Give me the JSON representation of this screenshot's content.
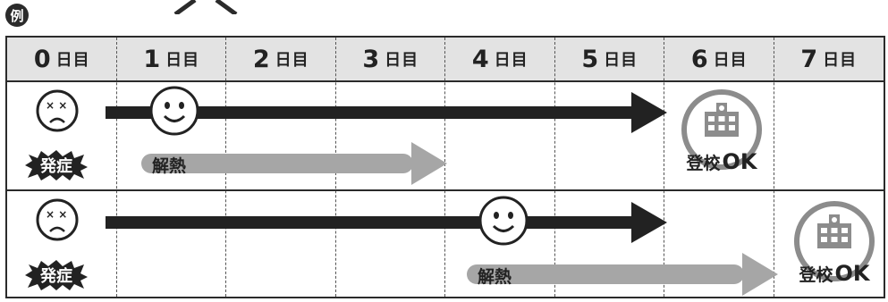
{
  "badge": "例",
  "days": [
    {
      "num": "0",
      "unit": "日目"
    },
    {
      "num": "1",
      "unit": "日目"
    },
    {
      "num": "2",
      "unit": "日目"
    },
    {
      "num": "3",
      "unit": "日目"
    },
    {
      "num": "4",
      "unit": "日目"
    },
    {
      "num": "5",
      "unit": "日目"
    },
    {
      "num": "6",
      "unit": "日目"
    },
    {
      "num": "7",
      "unit": "日目"
    }
  ],
  "rows": [
    {
      "onset_label": "発症",
      "fever_label": "解熱",
      "ok_label": "登校",
      "ok_suffix": "OK"
    },
    {
      "onset_label": "発症",
      "fever_label": "解熱",
      "ok_label": "登校",
      "ok_suffix": "OK"
    }
  ],
  "colors": {
    "dark": "#222222",
    "grey_arrow": "#a6a6a6",
    "header_bg": "#e3e3e3",
    "school_grey": "#8c8c8c"
  }
}
